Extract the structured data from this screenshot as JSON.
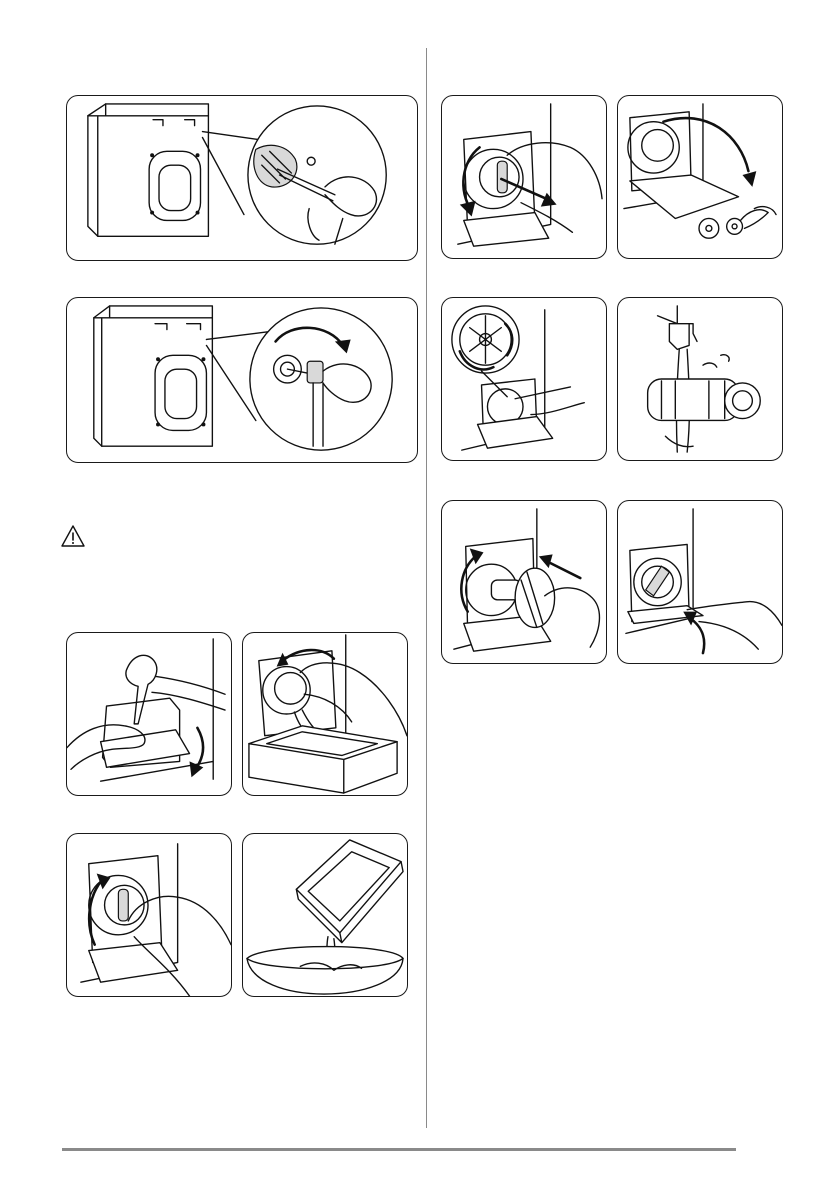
{
  "page": {
    "background": "#ffffff",
    "line_color": "#1a1a1a",
    "rule_color": "#8a8a8a"
  },
  "warning": {
    "icon": "warning-triangle-icon"
  },
  "illustrations": [
    {
      "id": "fig-1",
      "subject": "washer-inlet-filter-brush-icon"
    },
    {
      "id": "fig-2",
      "subject": "washer-hose-screw-on-icon"
    },
    {
      "id": "fig-3",
      "subject": "pump-flap-open-icon"
    },
    {
      "id": "fig-4",
      "subject": "pump-drain-water-icon"
    },
    {
      "id": "fig-5",
      "subject": "pump-filter-close-icon"
    },
    {
      "id": "fig-6",
      "subject": "empty-container-icon"
    },
    {
      "id": "fig-7",
      "subject": "pump-filter-remove-icon"
    },
    {
      "id": "fig-8",
      "subject": "remove-fluff-icon"
    },
    {
      "id": "fig-9",
      "subject": "impeller-turn-icon"
    },
    {
      "id": "fig-10",
      "subject": "filter-rinse-icon"
    },
    {
      "id": "fig-11",
      "subject": "filter-insert-icon"
    },
    {
      "id": "fig-12",
      "subject": "flap-close-icon"
    }
  ]
}
